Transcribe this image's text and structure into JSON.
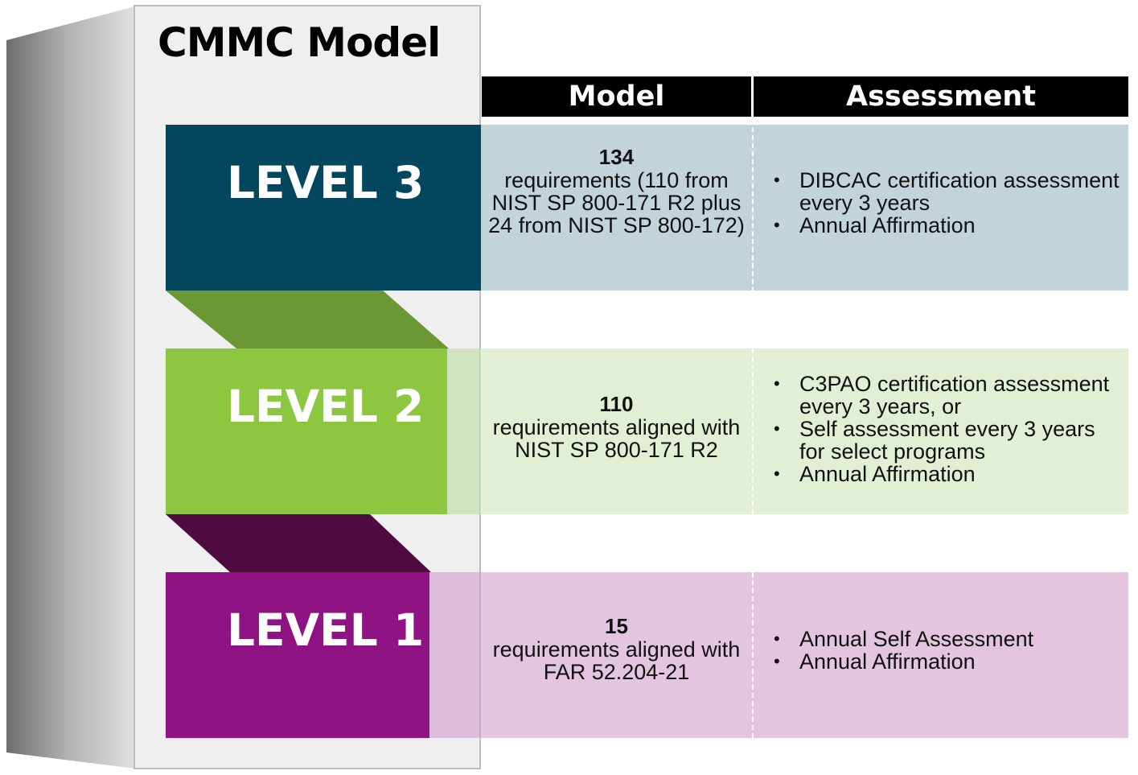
{
  "title": "CMMC Model",
  "headers": {
    "model": "Model",
    "assessment": "Assessment"
  },
  "levels": [
    {
      "label": "LEVEL 3",
      "count": "134",
      "requirements": "requirements (110 from NIST SP 800-171 R2 plus 24 from NIST SP 800-172)",
      "assessment": [
        "DIBCAC certification assessment every 3 years",
        "Annual Affirmation"
      ],
      "color": "#03475e"
    },
    {
      "label": "LEVEL 2",
      "count": "110",
      "requirements": "requirements aligned with NIST SP 800-171 R2",
      "assessment": [
        "C3PAO certification assessment every 3 years, or",
        "Self assessment every 3 years for select programs",
        "Annual Affirmation"
      ],
      "color": "#8dc63f"
    },
    {
      "label": "LEVEL 1",
      "count": "15",
      "requirements": "requirements aligned with FAR 52.204-21",
      "assessment": [
        "Annual Self Assessment",
        "Annual Affirmation"
      ],
      "color": "#8f1383"
    }
  ]
}
